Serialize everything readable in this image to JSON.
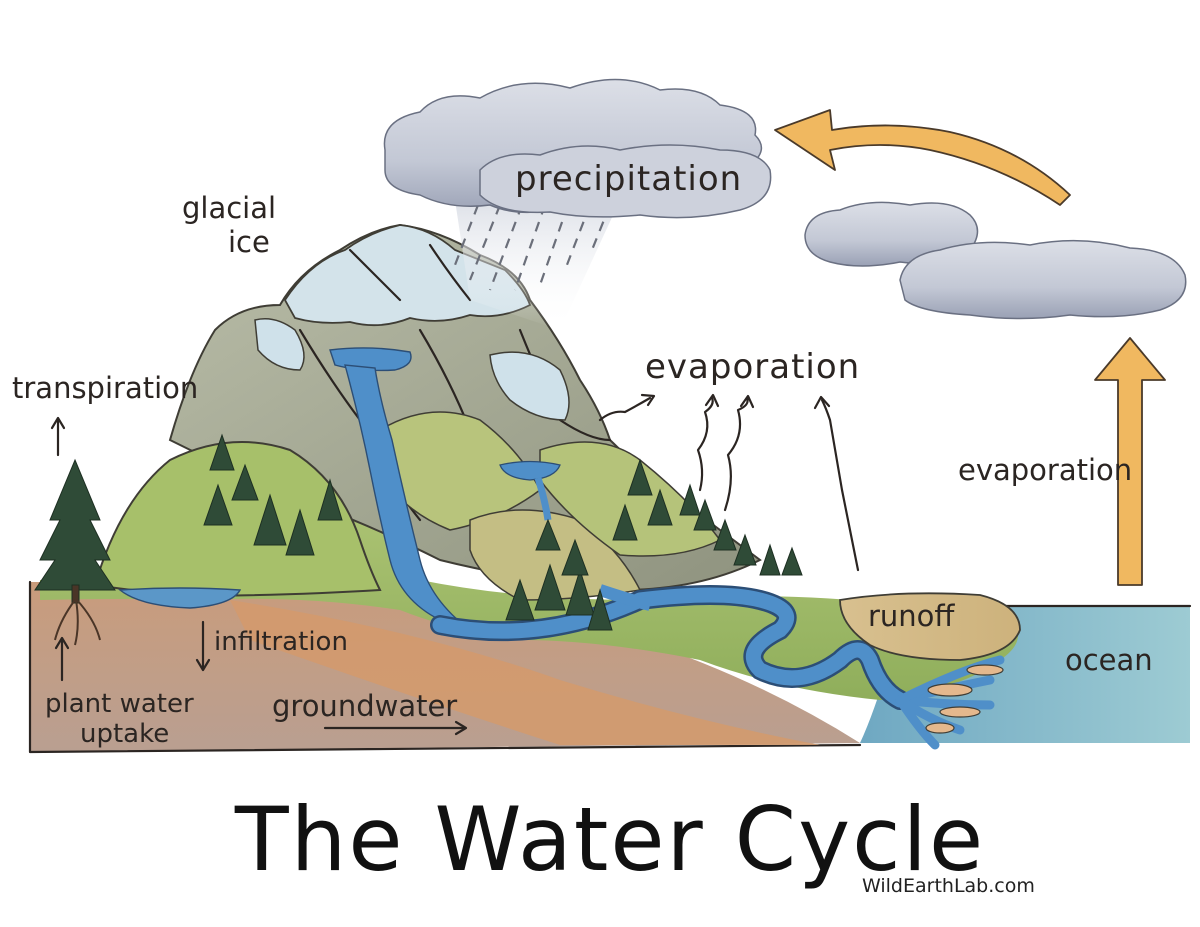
{
  "title": "The Water Cycle",
  "credit": "WildEarthLab.com",
  "labels": {
    "precipitation": "precipitation",
    "glacial_ice_line1": "glacial",
    "glacial_ice_line2": "ice",
    "transpiration": "transpiration",
    "evaporation_land": "evaporation",
    "evaporation_ocean": "evaporation",
    "infiltration": "infiltration",
    "groundwater": "groundwater",
    "plant_water_uptake_line1": "plant water",
    "plant_water_uptake_line2": "uptake",
    "runoff": "runoff",
    "ocean": "ocean"
  },
  "colors": {
    "cloud": "#c9cdd8",
    "cloud_shade": "#9aa1b5",
    "arrow": "#f0b860",
    "arrow_outline": "#4a3a2a",
    "water": "#4f8fc9",
    "ocean": "#7fb9c8",
    "hill_green": "#a9c26e",
    "mountain_gray": "#a8ab98",
    "snow": "#d4e4ec",
    "soil": "#c9a085",
    "tree": "#2f4b37",
    "ink": "#2b2522"
  }
}
